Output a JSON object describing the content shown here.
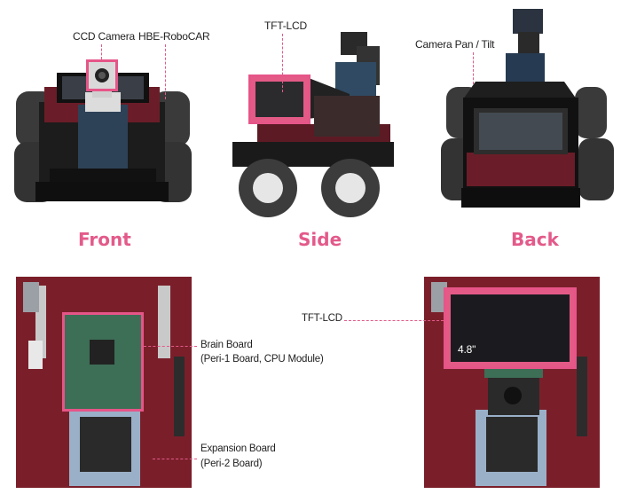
{
  "views": {
    "front": "Front",
    "side": "Side",
    "back": "Back"
  },
  "callouts": {
    "ccd_camera": "CCD Camera",
    "robocar": "HBE-RoboCAR",
    "tft_lcd_side": "TFT-LCD",
    "camera_pan_tilt": "Camera Pan / Tilt",
    "brain_board_line1": "Brain Board",
    "brain_board_line2": "(Peri-1 Board, CPU Module)",
    "expansion_line1": "Expansion Board",
    "expansion_line2": "(Peri-2 Board)",
    "tft_lcd_bottom": "TFT-LCD",
    "lcd_size": "4.8\""
  },
  "colors": {
    "accent_pink": "#e35a8a",
    "board_red": "#7a1f2a",
    "tire_gray": "#3c3c3c",
    "lcd_black": "#1b1b1f"
  }
}
